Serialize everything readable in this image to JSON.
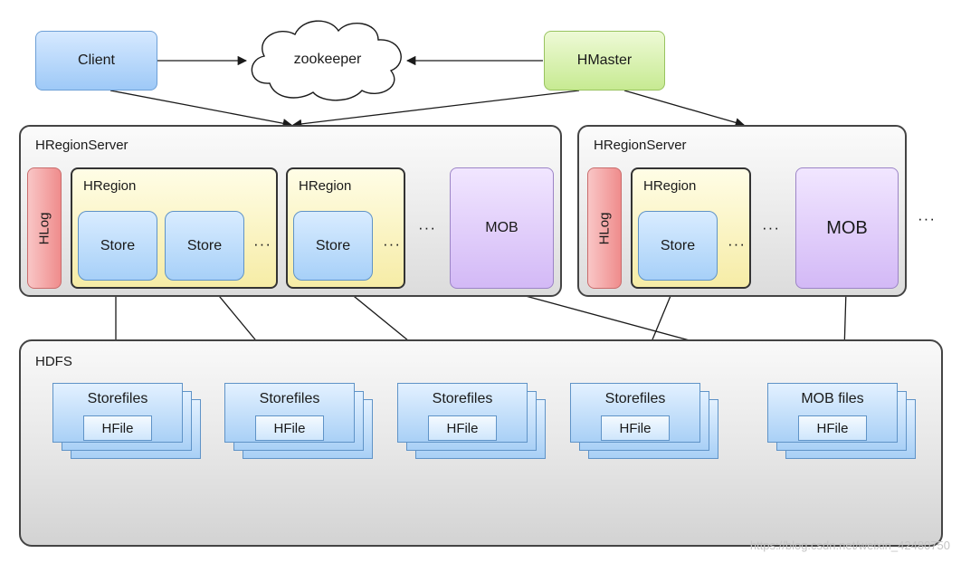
{
  "nodes": {
    "client": "Client",
    "zookeeper": "zookeeper",
    "hmaster": "HMaster"
  },
  "servers": [
    {
      "label": "HRegionServer",
      "hlog": "HLog",
      "regions": [
        {
          "label": "HRegion",
          "stores": [
            "Store",
            "Store"
          ],
          "ellipsis": "···"
        },
        {
          "label": "HRegion",
          "stores": [
            "Store"
          ],
          "ellipsis": "···"
        }
      ],
      "ellipsis": "···",
      "mob": "MOB"
    },
    {
      "label": "HRegionServer",
      "hlog": "HLog",
      "regions": [
        {
          "label": "HRegion",
          "stores": [
            "Store"
          ],
          "ellipsis": "···"
        }
      ],
      "ellipsis": "···",
      "mob": "MOB"
    }
  ],
  "more_servers": "···",
  "hdfs": {
    "label": "HDFS",
    "files": [
      {
        "title": "Storefiles",
        "inner": "HFile"
      },
      {
        "title": "Storefiles",
        "inner": "HFile"
      },
      {
        "title": "Storefiles",
        "inner": "HFile"
      },
      {
        "title": "Storefiles",
        "inner": "HFile"
      },
      {
        "title": "MOB files",
        "inner": "HFile"
      }
    ]
  },
  "watermark": "https://blog.csdn.net/weixin_42480750"
}
